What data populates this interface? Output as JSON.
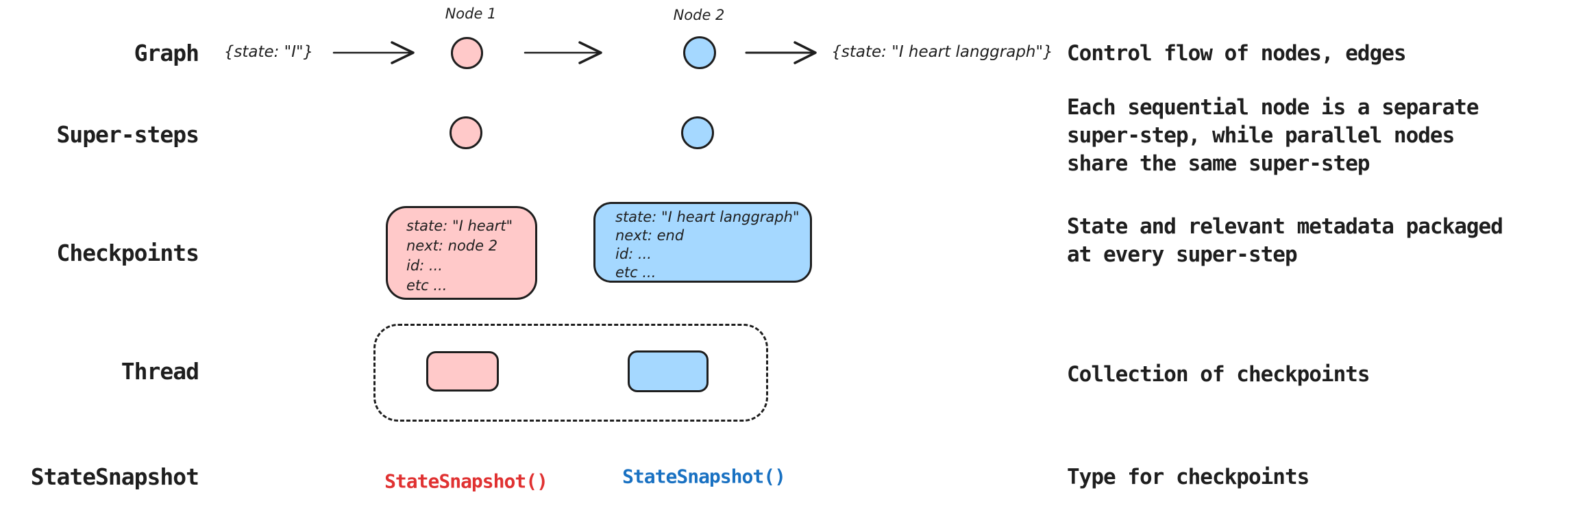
{
  "colors": {
    "ink": "#1e1e1e",
    "node_pink": "#ffc9c9",
    "node_blue": "#a5d8ff",
    "code_red": "#e03131",
    "code_blue": "#1971c2"
  },
  "rows": [
    {
      "label": "Graph",
      "description": "Control flow of nodes, edges"
    },
    {
      "label": "Super-steps",
      "description": "Each sequential node is a separate\nsuper-step, while parallel nodes\nshare the same super-step"
    },
    {
      "label": "Checkpoints",
      "description": "State and relevant metadata packaged\nat every super-step"
    },
    {
      "label": "Thread",
      "description": "Collection of checkpoints"
    },
    {
      "label": "StateSnapshot",
      "description": "Type for checkpoints"
    }
  ],
  "graph_row": {
    "input_state": "{state: \"I\"}",
    "node1_label": "Node 1",
    "node2_label": "Node 2",
    "output_state": "{state: \"I heart langgraph\"}"
  },
  "checkpoints": {
    "pink_box_lines": [
      "state: \"I heart\"",
      "next: node 2",
      "id: ...",
      "etc ..."
    ],
    "blue_box_lines": [
      "state: \"I heart langgraph\"",
      "next: end",
      "id: ...",
      "etc ..."
    ]
  },
  "statesnapshot": {
    "red_call": "StateSnapshot()",
    "blue_call": "StateSnapshot()"
  }
}
